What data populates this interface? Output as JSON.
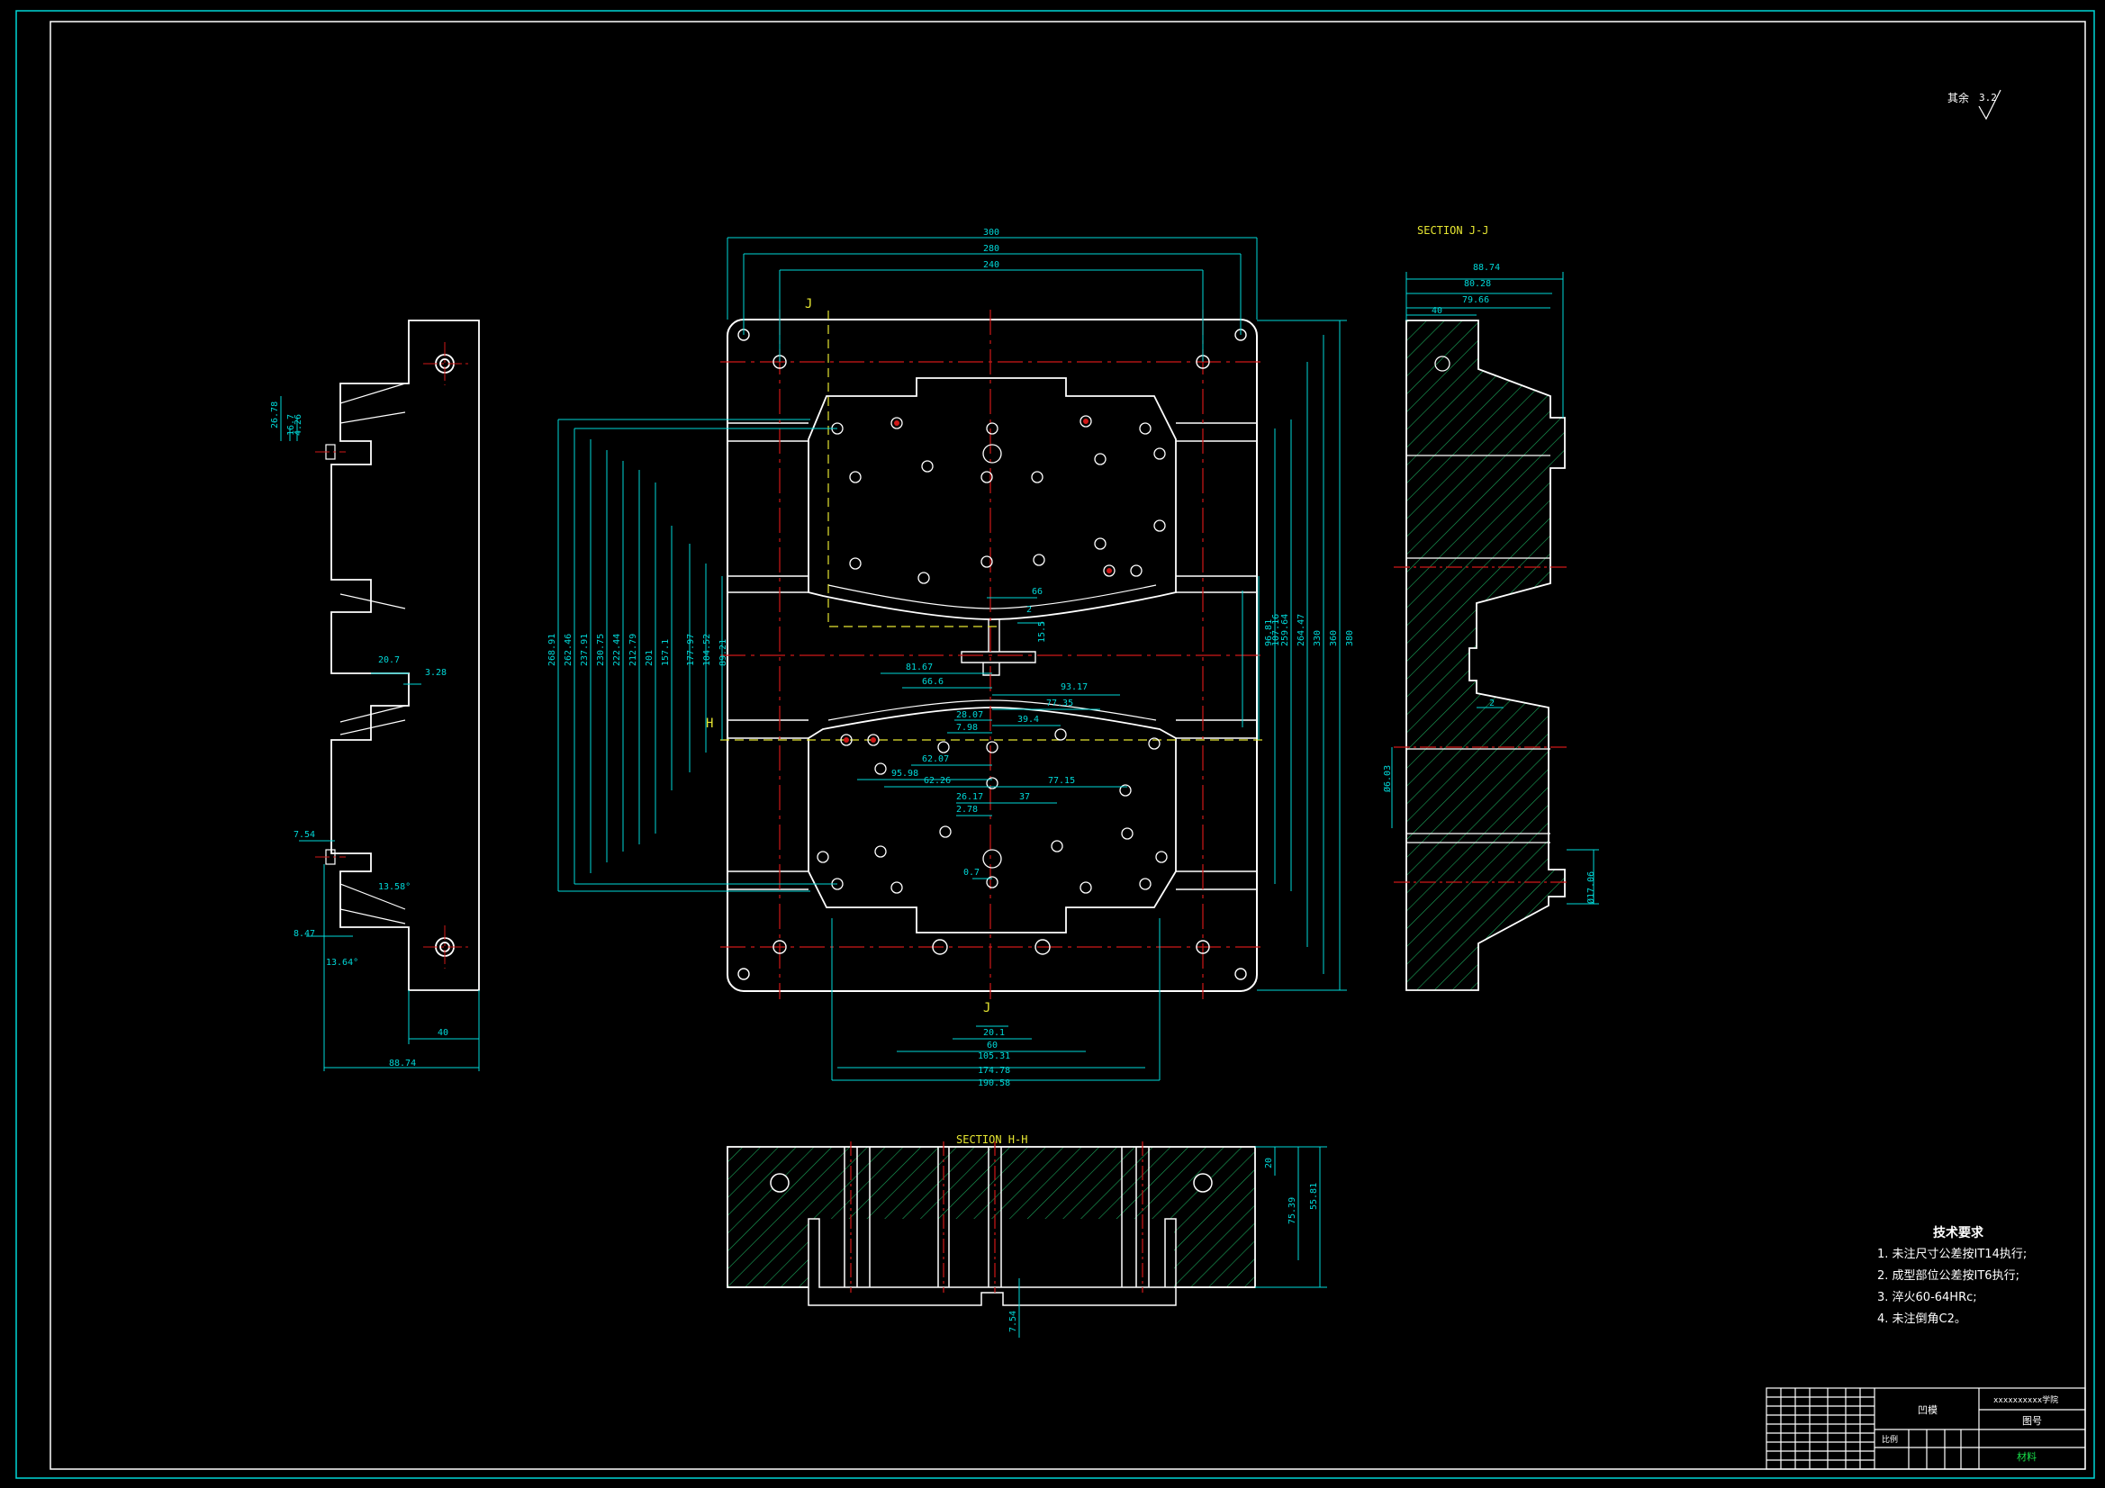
{
  "sections": {
    "jj": "SECTION J-J",
    "hh": "SECTION H-H",
    "j_mark": "J",
    "h_mark": "H"
  },
  "roughness": {
    "label": "其余",
    "value": "3.2"
  },
  "tech_requirements": {
    "title": "技术要求",
    "items": [
      "1. 未注尺寸公差按IT14执行;",
      "2. 成型部位公差按IT6执行;",
      "3. 淬火60-64HRc;",
      "4. 未注倒角C2。"
    ]
  },
  "dims": {
    "top": [
      "300",
      "280",
      "240"
    ],
    "bottom": [
      "20.1",
      "60",
      "105.31",
      "174.78",
      "190.58"
    ],
    "left": [
      "268.91",
      "262.46",
      "237.91",
      "230.75",
      "222.44",
      "212.79",
      "201",
      "157.1",
      "177.97",
      "104.52",
      "89.21"
    ],
    "right": [
      "96.81",
      "107.16",
      "259.64",
      "264.47",
      "330",
      "360",
      "380"
    ],
    "center_upper": [
      "66",
      "2",
      "15.5"
    ],
    "center_lower": [
      "81.67",
      "66.6",
      "93.17",
      "77.35",
      "28.07",
      "7.98",
      "39.4",
      "62.07",
      "95.98",
      "62.26",
      "77.15",
      "26.17",
      "2.78",
      "37",
      "0.7"
    ],
    "side_left": [
      "26.78",
      "16.7",
      "4.26",
      "20.7",
      "3.28",
      "7.54",
      "13.58°",
      "8.47",
      "13.64°",
      "40",
      "88.74"
    ],
    "side_right": [
      "88.74",
      "80.28",
      "79.66",
      "40",
      "2",
      "Ø6.03",
      "Ø17.06"
    ],
    "hh": [
      "20",
      "75.39",
      "55.81",
      "7.54"
    ]
  },
  "title_block": {
    "drawing_name": "凹模",
    "sheet": "图号",
    "school": "xxxxxxxxxx学院",
    "scale": "比例",
    "material": "材料"
  },
  "colors": {
    "background": "#000000",
    "outline": "#ffffff",
    "dimension": "#00d8d8",
    "centerline": "#d01818",
    "hatch": "#1aa55a",
    "label": "#e6e632"
  }
}
